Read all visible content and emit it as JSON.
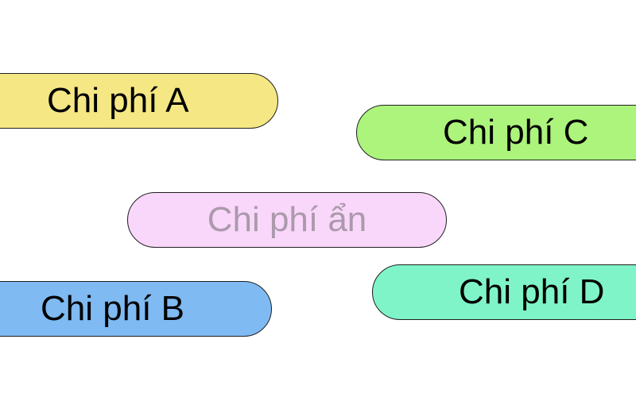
{
  "diagram": {
    "pills": [
      {
        "id": "a",
        "label": "Chi phí A",
        "fill": "#f4e784",
        "text_color": "#000000"
      },
      {
        "id": "c",
        "label": "Chi phí C",
        "fill": "#acf47c",
        "text_color": "#000000"
      },
      {
        "id": "hidden",
        "label": "Chi phí ẩn",
        "fill": "#f9d7fb",
        "text_color": "#ab9aab"
      },
      {
        "id": "b",
        "label": "Chi phí B",
        "fill": "#7fbaf2",
        "text_color": "#000000"
      },
      {
        "id": "d",
        "label": "Chi phí D",
        "fill": "#7ff4c8",
        "text_color": "#000000"
      }
    ]
  }
}
